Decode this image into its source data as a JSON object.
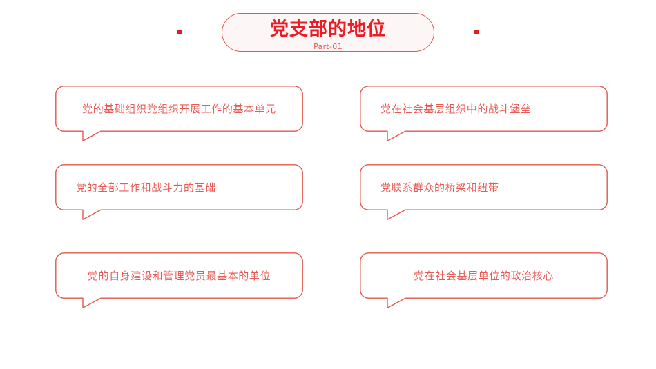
{
  "header": {
    "title": "党支部的地位",
    "subtitle": "Part-01",
    "decor": {
      "left_line": "horizontal-rule-left",
      "right_line": "horizontal-rule-right",
      "left_dot": "square-dot-left",
      "right_dot": "square-dot-right"
    }
  },
  "colors": {
    "accent": "#ec1c24",
    "border": "#e2574c",
    "text": "#ea5a55",
    "pill_fill": "#fdf6f6",
    "line": "#e06b6b",
    "background": "#ffffff"
  },
  "bubbles": [
    {
      "text": "党的基础组织党组织开展工作的基本单元",
      "align": "center",
      "column": "left",
      "row": 1
    },
    {
      "text": "党在社会基层组织中的战斗堡垒",
      "align": "left",
      "column": "right",
      "row": 1
    },
    {
      "text": "党的全部工作和战斗力的基础",
      "align": "left",
      "column": "left",
      "row": 2
    },
    {
      "text": "党联系群众的桥梁和纽带",
      "align": "left",
      "column": "right",
      "row": 2
    },
    {
      "text": "党的自身建设和管理党员最基本的单位",
      "align": "center",
      "column": "left",
      "row": 3
    },
    {
      "text": "党在社会基层单位的政治核心",
      "align": "center",
      "column": "right",
      "row": 3
    }
  ]
}
